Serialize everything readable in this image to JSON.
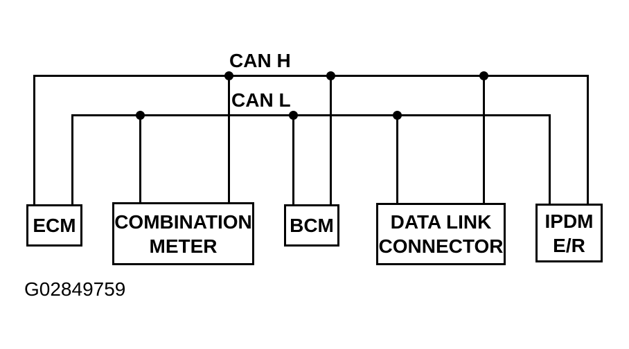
{
  "diagram": {
    "bus_labels": {
      "can_h": "CAN H",
      "can_l": "CAN L"
    },
    "nodes": [
      {
        "id": "ecm",
        "lines": [
          "ECM"
        ]
      },
      {
        "id": "combination-meter",
        "lines": [
          "COMBINATION",
          "METER"
        ]
      },
      {
        "id": "bcm",
        "lines": [
          "BCM"
        ]
      },
      {
        "id": "data-link-connector",
        "lines": [
          "DATA LINK",
          "CONNECTOR"
        ]
      },
      {
        "id": "ipdm-er",
        "lines": [
          "IPDM",
          "E/R"
        ]
      }
    ],
    "figure_id": "G02849759",
    "colors": {
      "line": "#000000",
      "background": "#ffffff",
      "text": "#000000"
    }
  }
}
